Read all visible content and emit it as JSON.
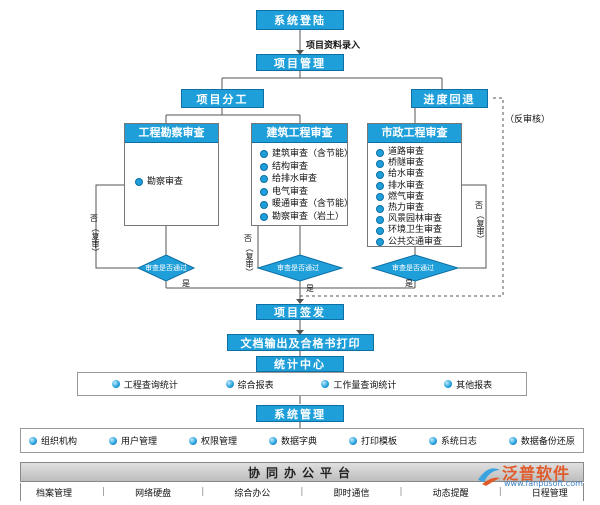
{
  "nodes": {
    "login": "系统登陆",
    "input_label": "项目资料录入",
    "project_mgmt": "项目管理",
    "division": "项目分工",
    "progress_return": "进度回退",
    "reverse_review": "（反审核）",
    "sign": "项目签发",
    "print": "文档输出及合格书打印",
    "stats_center": "统计中心",
    "sys_mgmt": "系统管理",
    "platform": "协同办公平台"
  },
  "panels": [
    {
      "title": "工程勘察审查",
      "items": [
        "勘察审查"
      ]
    },
    {
      "title": "建筑工程审查",
      "items": [
        "建筑审查（含节能）",
        "结构审查",
        "给排水审查",
        "电气审查",
        "暖通审查（含节能）",
        "勘察审查（岩土）"
      ]
    },
    {
      "title": "市政工程审查",
      "items": [
        "道路审查",
        "桥隧审查",
        "给水审查",
        "排水审查",
        "燃气审查",
        "热力审查",
        "风景园林审查",
        "环境卫生审查",
        "公共交通审查"
      ]
    }
  ],
  "decisions": [
    "审查是否通过",
    "审查是否通过",
    "审查是否通过"
  ],
  "branch_labels": {
    "no": "否",
    "no_note": "（复审）",
    "yes": "是"
  },
  "stats_items": [
    "工程查询统计",
    "综合报表",
    "工作量查询统计",
    "其他报表"
  ],
  "sys_items": [
    "组织机构",
    "用户管理",
    "权限管理",
    "数据字典",
    "打印模板",
    "系统日志",
    "数据备份还原"
  ],
  "platform_items": [
    "档案管理",
    "网络硬盘",
    "综合办公",
    "即时通信",
    "动态提醒",
    "日程管理"
  ],
  "watermark": {
    "brand": "泛普软件",
    "url": "www.fanpusoft.com"
  },
  "colors": {
    "box": "#1f9fd9",
    "box_border": "#0d6fa3",
    "line": "#555555"
  }
}
